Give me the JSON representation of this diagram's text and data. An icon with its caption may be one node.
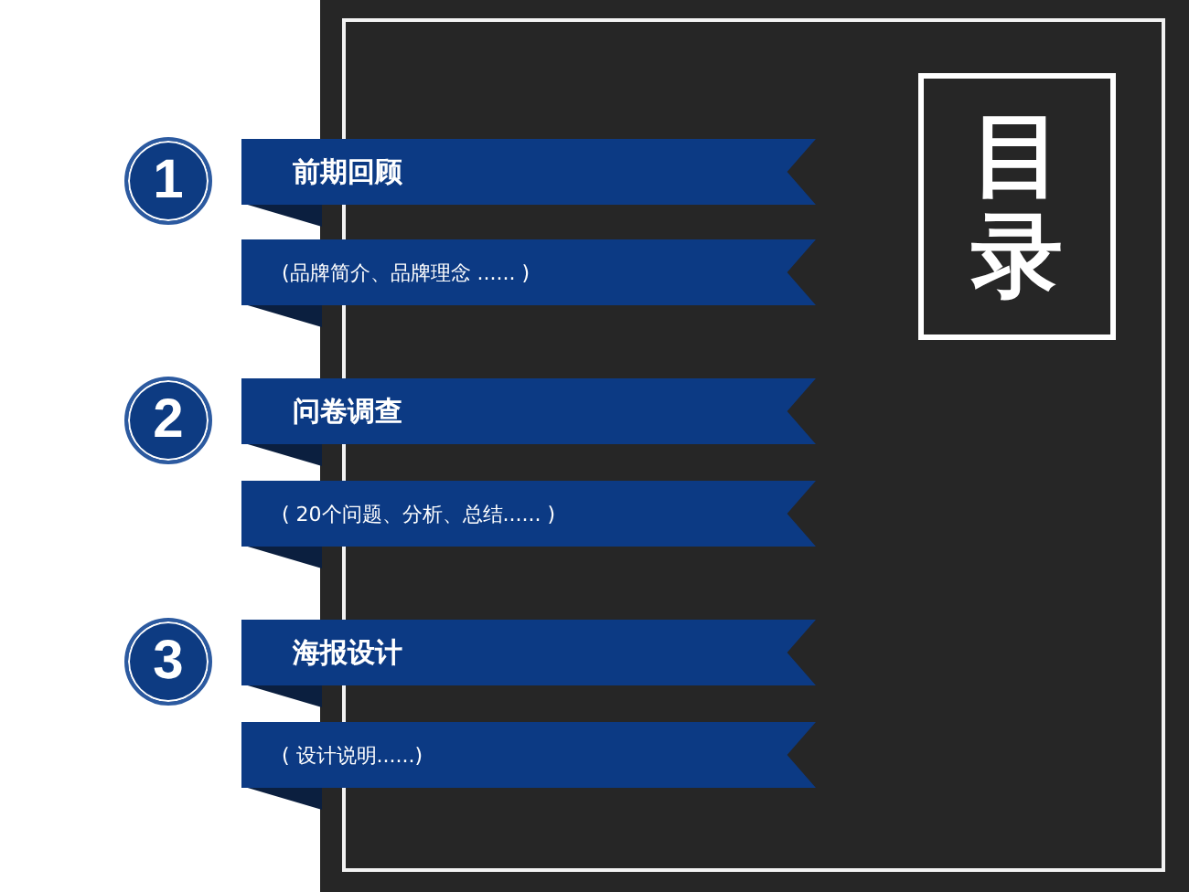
{
  "diagram": {
    "nodes": [
      {
        "text": [],
        "shape": "box"
      },
      {
        "text": [
          "目录"
        ],
        "in": 0
      },
      {
        "text": [
          "1"
        ]
      },
      {
        "text": [
          "前期回顾"
        ]
      },
      {
        "text": [
          "(品牌简介、品牌理念 ...... )"
        ]
      },
      {
        "text": [
          "2"
        ]
      },
      {
        "text": [
          "问卷调查"
        ]
      },
      {
        "text": [
          "( 20个问题、分析、总结...... )"
        ]
      },
      {
        "text": [
          "3"
        ]
      },
      {
        "text": [
          "海报设计"
        ]
      },
      {
        "text": [
          "( 设计说明......)"
        ]
      }
    ]
  }
}
